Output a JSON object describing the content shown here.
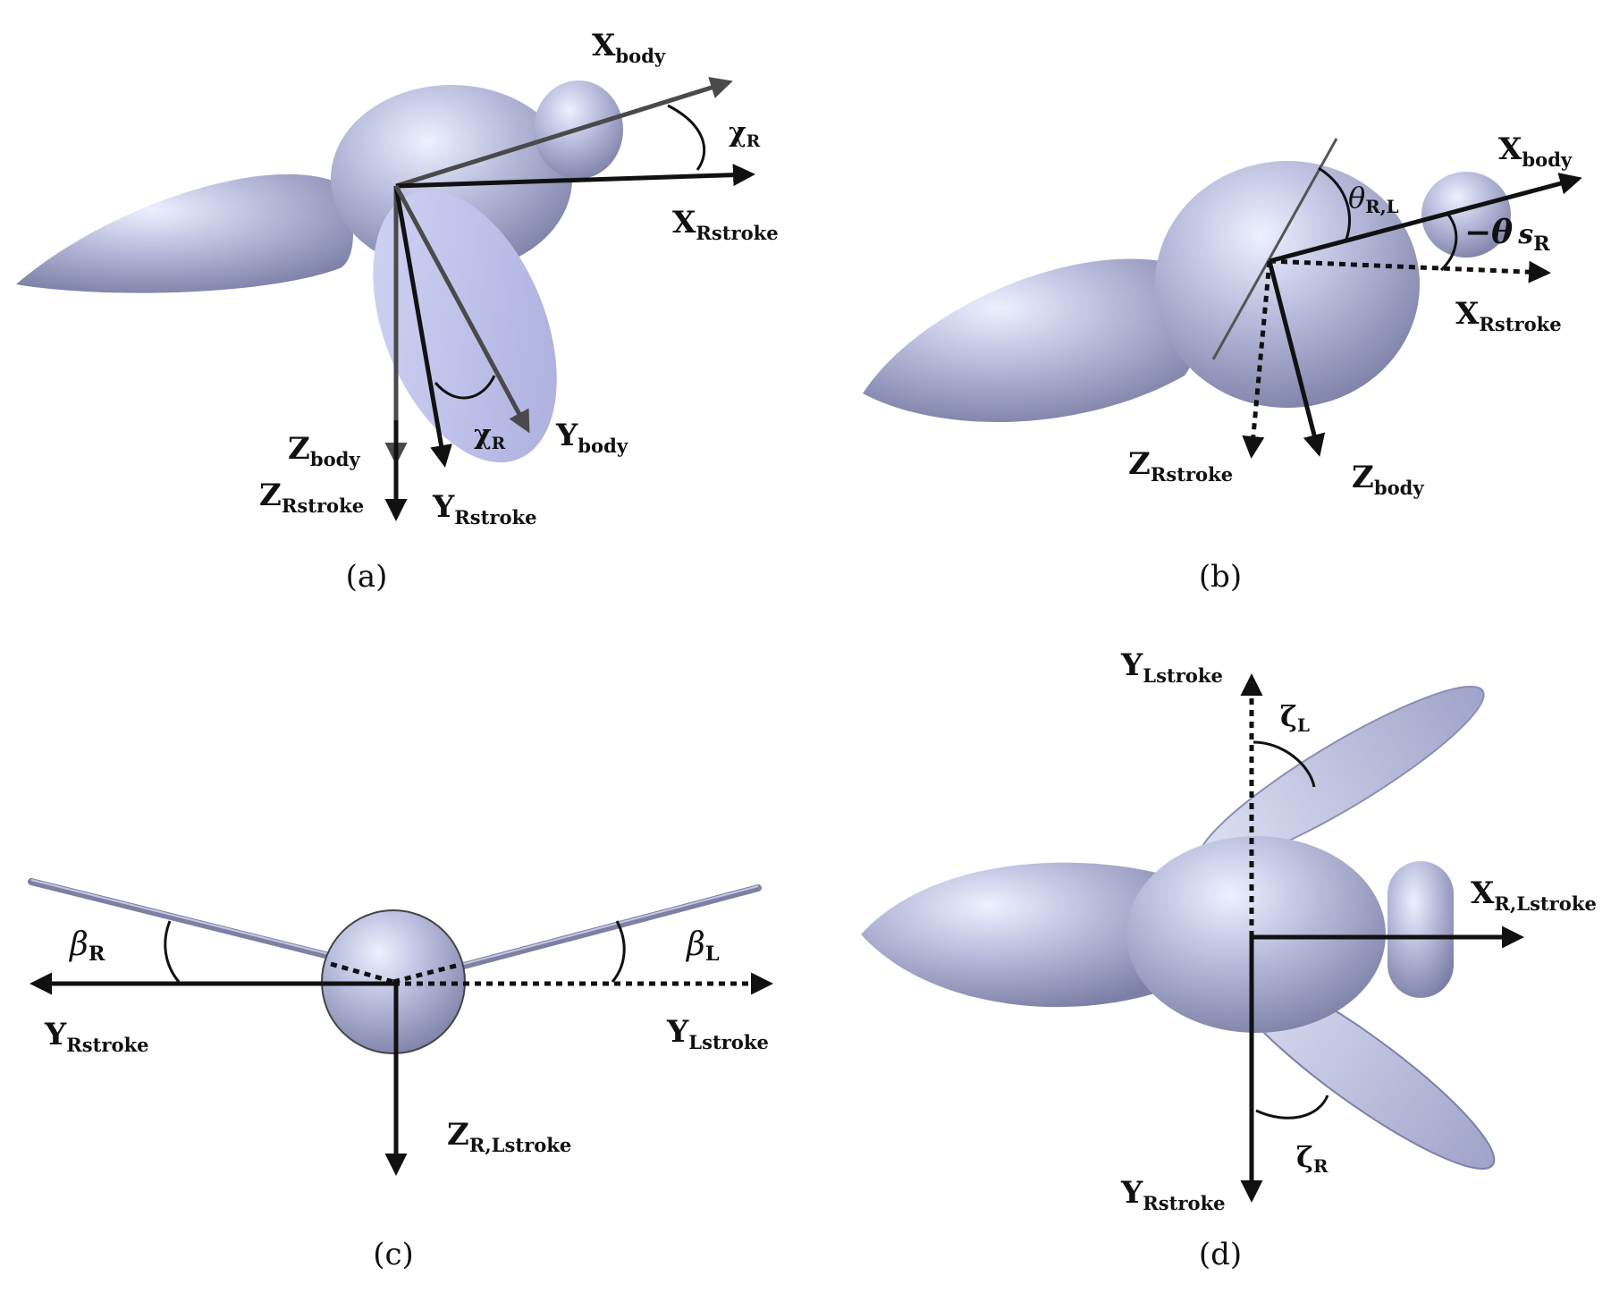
{
  "panels": {
    "a": {
      "caption": "(a)",
      "x_body": {
        "main": "X",
        "sub": "body"
      },
      "x_rstroke": {
        "main": "X",
        "sub": "Rstroke"
      },
      "chi_top": {
        "main": "χ",
        "sub": "R"
      },
      "chi_bottom": {
        "main": "χ",
        "sub": "R"
      },
      "y_body": {
        "main": "Y",
        "sub": "body"
      },
      "z_body": {
        "main": "Z",
        "sub": "body"
      },
      "z_rstroke": {
        "main": "Z",
        "sub": "Rstroke"
      },
      "y_rstroke": {
        "main": "Y",
        "sub": "Rstroke"
      }
    },
    "b": {
      "caption": "(b)",
      "x_body": {
        "main": "X",
        "sub": "body"
      },
      "theta_rl": {
        "main": "θ",
        "sub": "R,L"
      },
      "neg_theta_s": {
        "main": "−θ",
        "sub": "s",
        "subsub": "R"
      },
      "x_rstroke": {
        "main": "X",
        "sub": "Rstroke"
      },
      "z_rstroke": {
        "main": "Z",
        "sub": "Rstroke"
      },
      "z_body": {
        "main": "Z",
        "sub": "body"
      }
    },
    "c": {
      "caption": "(c)",
      "beta_r": {
        "main": "β",
        "sub": "R"
      },
      "beta_l": {
        "main": "β",
        "sub": "L"
      },
      "y_rstroke": {
        "main": "Y",
        "sub": "Rstroke"
      },
      "y_lstroke": {
        "main": "Y",
        "sub": "Lstroke"
      },
      "z_rlstroke": {
        "main": "Z",
        "sub": "R,Lstroke"
      }
    },
    "d": {
      "caption": "(d)",
      "y_lstroke": {
        "main": "Y",
        "sub": "Lstroke"
      },
      "zeta_l": {
        "main": "ζ",
        "sub": "L"
      },
      "x_rlstroke": {
        "main": "X",
        "sub": "R,Lstroke"
      },
      "zeta_r": {
        "main": "ζ",
        "sub": "R"
      },
      "y_rstroke": {
        "main": "Y",
        "sub": "Rstroke"
      }
    }
  },
  "colors": {
    "body_fill": "#b7bad9",
    "body_shade": "#8e92b8",
    "wing_fill": "#bfc2ea",
    "axis": "#111111",
    "axis_secondary": "#4a4a4a"
  }
}
